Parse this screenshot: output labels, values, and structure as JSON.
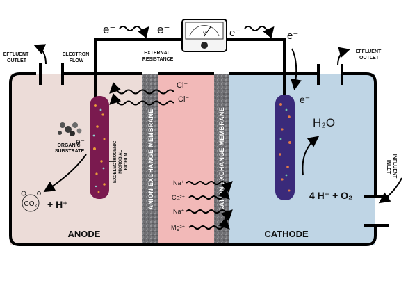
{
  "electron_top_left": "e⁻",
  "electron_top_mid": "e⁻",
  "electron_top_right1": "e⁻",
  "electron_top_right2": "e⁻",
  "electron_cathode": "e⁻",
  "electron_anode": "e⁻",
  "effluent_outlet_left": [
    "EFFLUENT",
    "OUTLET"
  ],
  "effluent_outlet_right": [
    "EFFLUENT",
    "OUTLET"
  ],
  "electron_flow": [
    "ELECTRON",
    "FLOW"
  ],
  "external_resistance": [
    "EXTERNAL",
    "RESISTANCE"
  ],
  "meter_unit": "V",
  "chloride_1": "Cl⁻",
  "chloride_2": "Cl⁻",
  "organic_substrate": [
    "ORGANIC",
    "SUBSTRATE"
  ],
  "biofilm": [
    "EXOELECTROGENIC",
    "MICROBIAL",
    "BIOFILM"
  ],
  "co2": "CO₂",
  "anode_products": "+ H⁺",
  "anion_membrane": "ANION EXCHANGE MEMBRANE",
  "cation_membrane": "CATION EXCHANGE MEMBRANE",
  "ions": [
    "Na⁺",
    "Ca²⁺",
    "Na⁺",
    "Mg²⁺"
  ],
  "water": "H₂O",
  "cathode_reaction": "4 H⁺ + O₂",
  "influent_inlet": [
    "INFLUENT",
    "INLET"
  ],
  "anode_label": "ANODE",
  "cathode_label": "CATHODE",
  "colors": {
    "anode_chamber": "#ecdcd8",
    "middle_chamber": "#f2b9b8",
    "cathode_chamber": "#bfd5e5",
    "membrane": "#6f6f73",
    "anode_electrode": "#7a1a4f",
    "cathode_electrode": "#3a2a7a"
  }
}
